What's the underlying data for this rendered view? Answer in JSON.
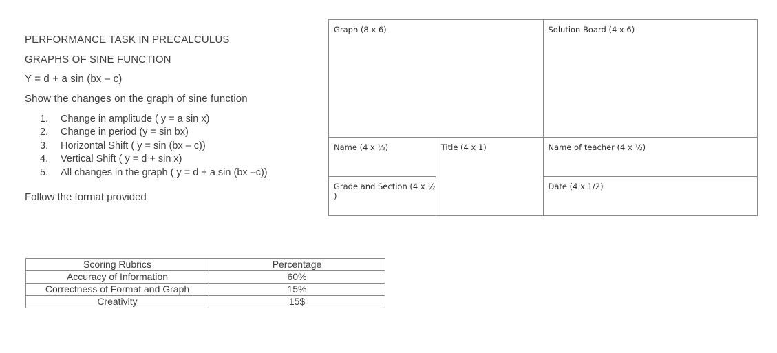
{
  "document": {
    "title_lines": [
      "PERFORMANCE TASK IN PRECALCULUS",
      "GRAPHS OF SINE FUNCTION",
      "Y = d + a sin (bx – c)",
      "Show the changes on the graph of sine function"
    ],
    "tasks": [
      "Change in amplitude ( y = a sin x)",
      "Change in period (y = sin bx)",
      "Horizontal Shift ( y = sin (bx – c))",
      "Vertical Shift ( y = d + sin x)",
      "All changes in the graph ( y = d + a sin (bx –c))"
    ],
    "follow_note": "Follow the format provided"
  },
  "format_table": {
    "graph_cell": "Graph (8 x 6)",
    "solution_board_cell": "Solution Board (4 x 6)",
    "name_cell": "Name (4 x ½)",
    "title_cell": "Title (4 x 1)",
    "teacher_cell": "Name of teacher (4 x ½)",
    "grade_section_cell": "Grade and Section (4 x ½ )",
    "date_cell": "Date (4 x 1/2)"
  },
  "rubrics_table": {
    "headers": [
      "Scoring Rubrics",
      "Percentage"
    ],
    "rows": [
      {
        "criterion": "Accuracy of Information",
        "percentage": "60%"
      },
      {
        "criterion": "Correctness of Format and Graph",
        "percentage": "15%"
      },
      {
        "criterion": "Creativity",
        "percentage": "15$"
      }
    ]
  },
  "colors": {
    "text": "#404040",
    "table_border": "#898989",
    "background": "#ffffff"
  }
}
